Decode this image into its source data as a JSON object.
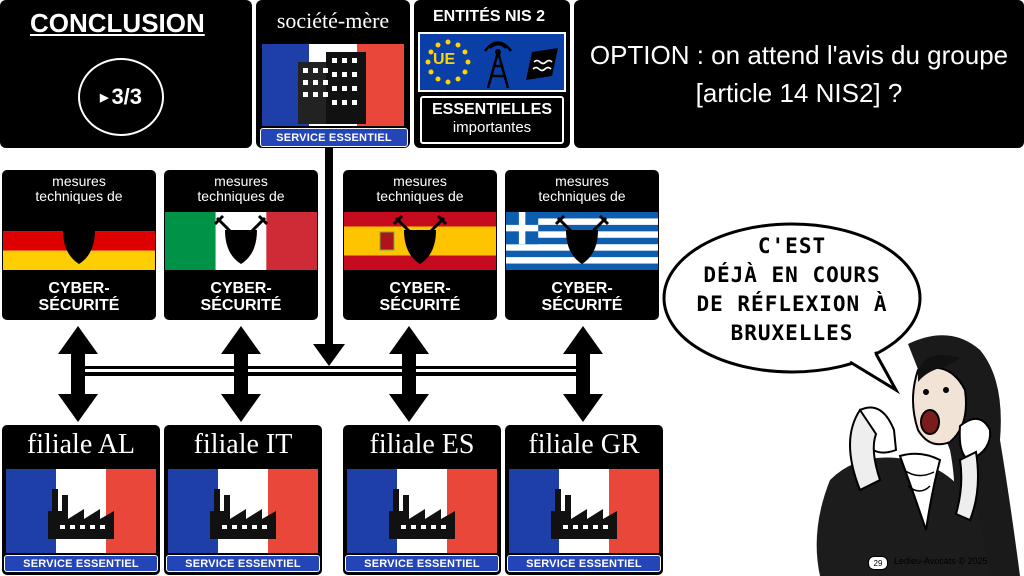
{
  "conclusion": {
    "title": "CONCLUSION",
    "step": "3/3"
  },
  "parent": {
    "label": "société-mère",
    "badge": "SERVICE ESSENTIEL"
  },
  "nis2": {
    "title": "ENTITÉS NIS 2",
    "eu_label": "UE",
    "essential": "ESSENTIELLES",
    "important": "importantes"
  },
  "option": {
    "text": "OPTION : on attend l'avis du groupe [article 14 NIS2] ?"
  },
  "measures": [
    {
      "line1": "mesures",
      "line2": "techniques de",
      "country": "de",
      "cyber1": "CYBER-",
      "cyber2": "SÉCURITÉ"
    },
    {
      "line1": "mesures",
      "line2": "techniques de",
      "country": "it",
      "cyber1": "CYBER-",
      "cyber2": "SÉCURITÉ"
    },
    {
      "line1": "mesures",
      "line2": "techniques de",
      "country": "es",
      "cyber1": "CYBER-",
      "cyber2": "SÉCURITÉ"
    },
    {
      "line1": "mesures",
      "line2": "techniques de",
      "country": "gr",
      "cyber1": "CYBER-",
      "cyber2": "SÉCURITÉ"
    }
  ],
  "subsidiaries": [
    {
      "name": "filiale AL",
      "badge": "SERVICE ESSENTIEL"
    },
    {
      "name": "filiale IT",
      "badge": "SERVICE ESSENTIEL"
    },
    {
      "name": "filiale ES",
      "badge": "SERVICE ESSENTIEL"
    },
    {
      "name": "filiale GR",
      "badge": "SERVICE ESSENTIEL"
    }
  ],
  "speech": {
    "line1": "C'EST",
    "line2": "DÉJÀ EN COURS",
    "line3": "DE RÉFLEXION À",
    "line4": "BRUXELLES"
  },
  "footer": {
    "page": "29",
    "credit": "Ledieu-Avocats © 2025"
  },
  "colors": {
    "fr_blue": "#1f3fa8",
    "fr_red": "#e8473a",
    "badge_blue": "#2345b8",
    "eu_blue": "#0b3fa8"
  }
}
